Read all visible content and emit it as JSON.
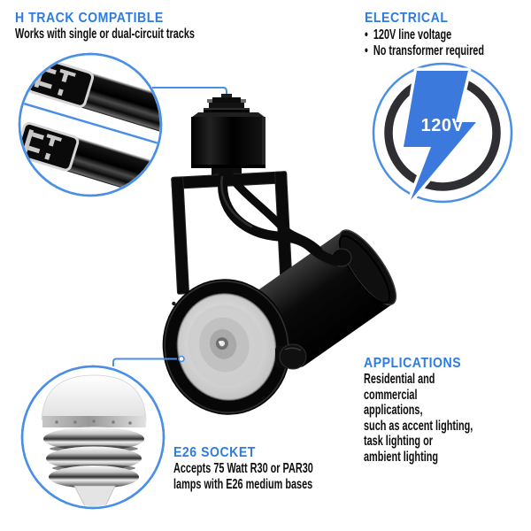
{
  "colors": {
    "accent_text": "#2e7ce0",
    "callout_line": "#4a8fe6",
    "bolt_blue": "#3b7adc",
    "badge_ring_dark": "#2f2f33",
    "body_text": "#0d0d0d",
    "background": "#ffffff"
  },
  "track_section": {
    "heading": "H TRACK COMPATIBLE",
    "body": "Works with single or dual-circuit tracks"
  },
  "electrical_section": {
    "heading": "ELECTRICAL",
    "bullets": [
      "120V line voltage",
      "No transformer required"
    ]
  },
  "voltage_badge": {
    "label": "120V"
  },
  "applications_section": {
    "heading": "APPLICATIONS",
    "body": "Residential and\ncommercial applications,\nsuch as accent lighting,\ntask lighting or\nambient lighting"
  },
  "socket_section": {
    "heading": "E26 SOCKET",
    "body": "Accepts 75 Watt R30 or PAR30\nlamps with E26 medium bases"
  }
}
